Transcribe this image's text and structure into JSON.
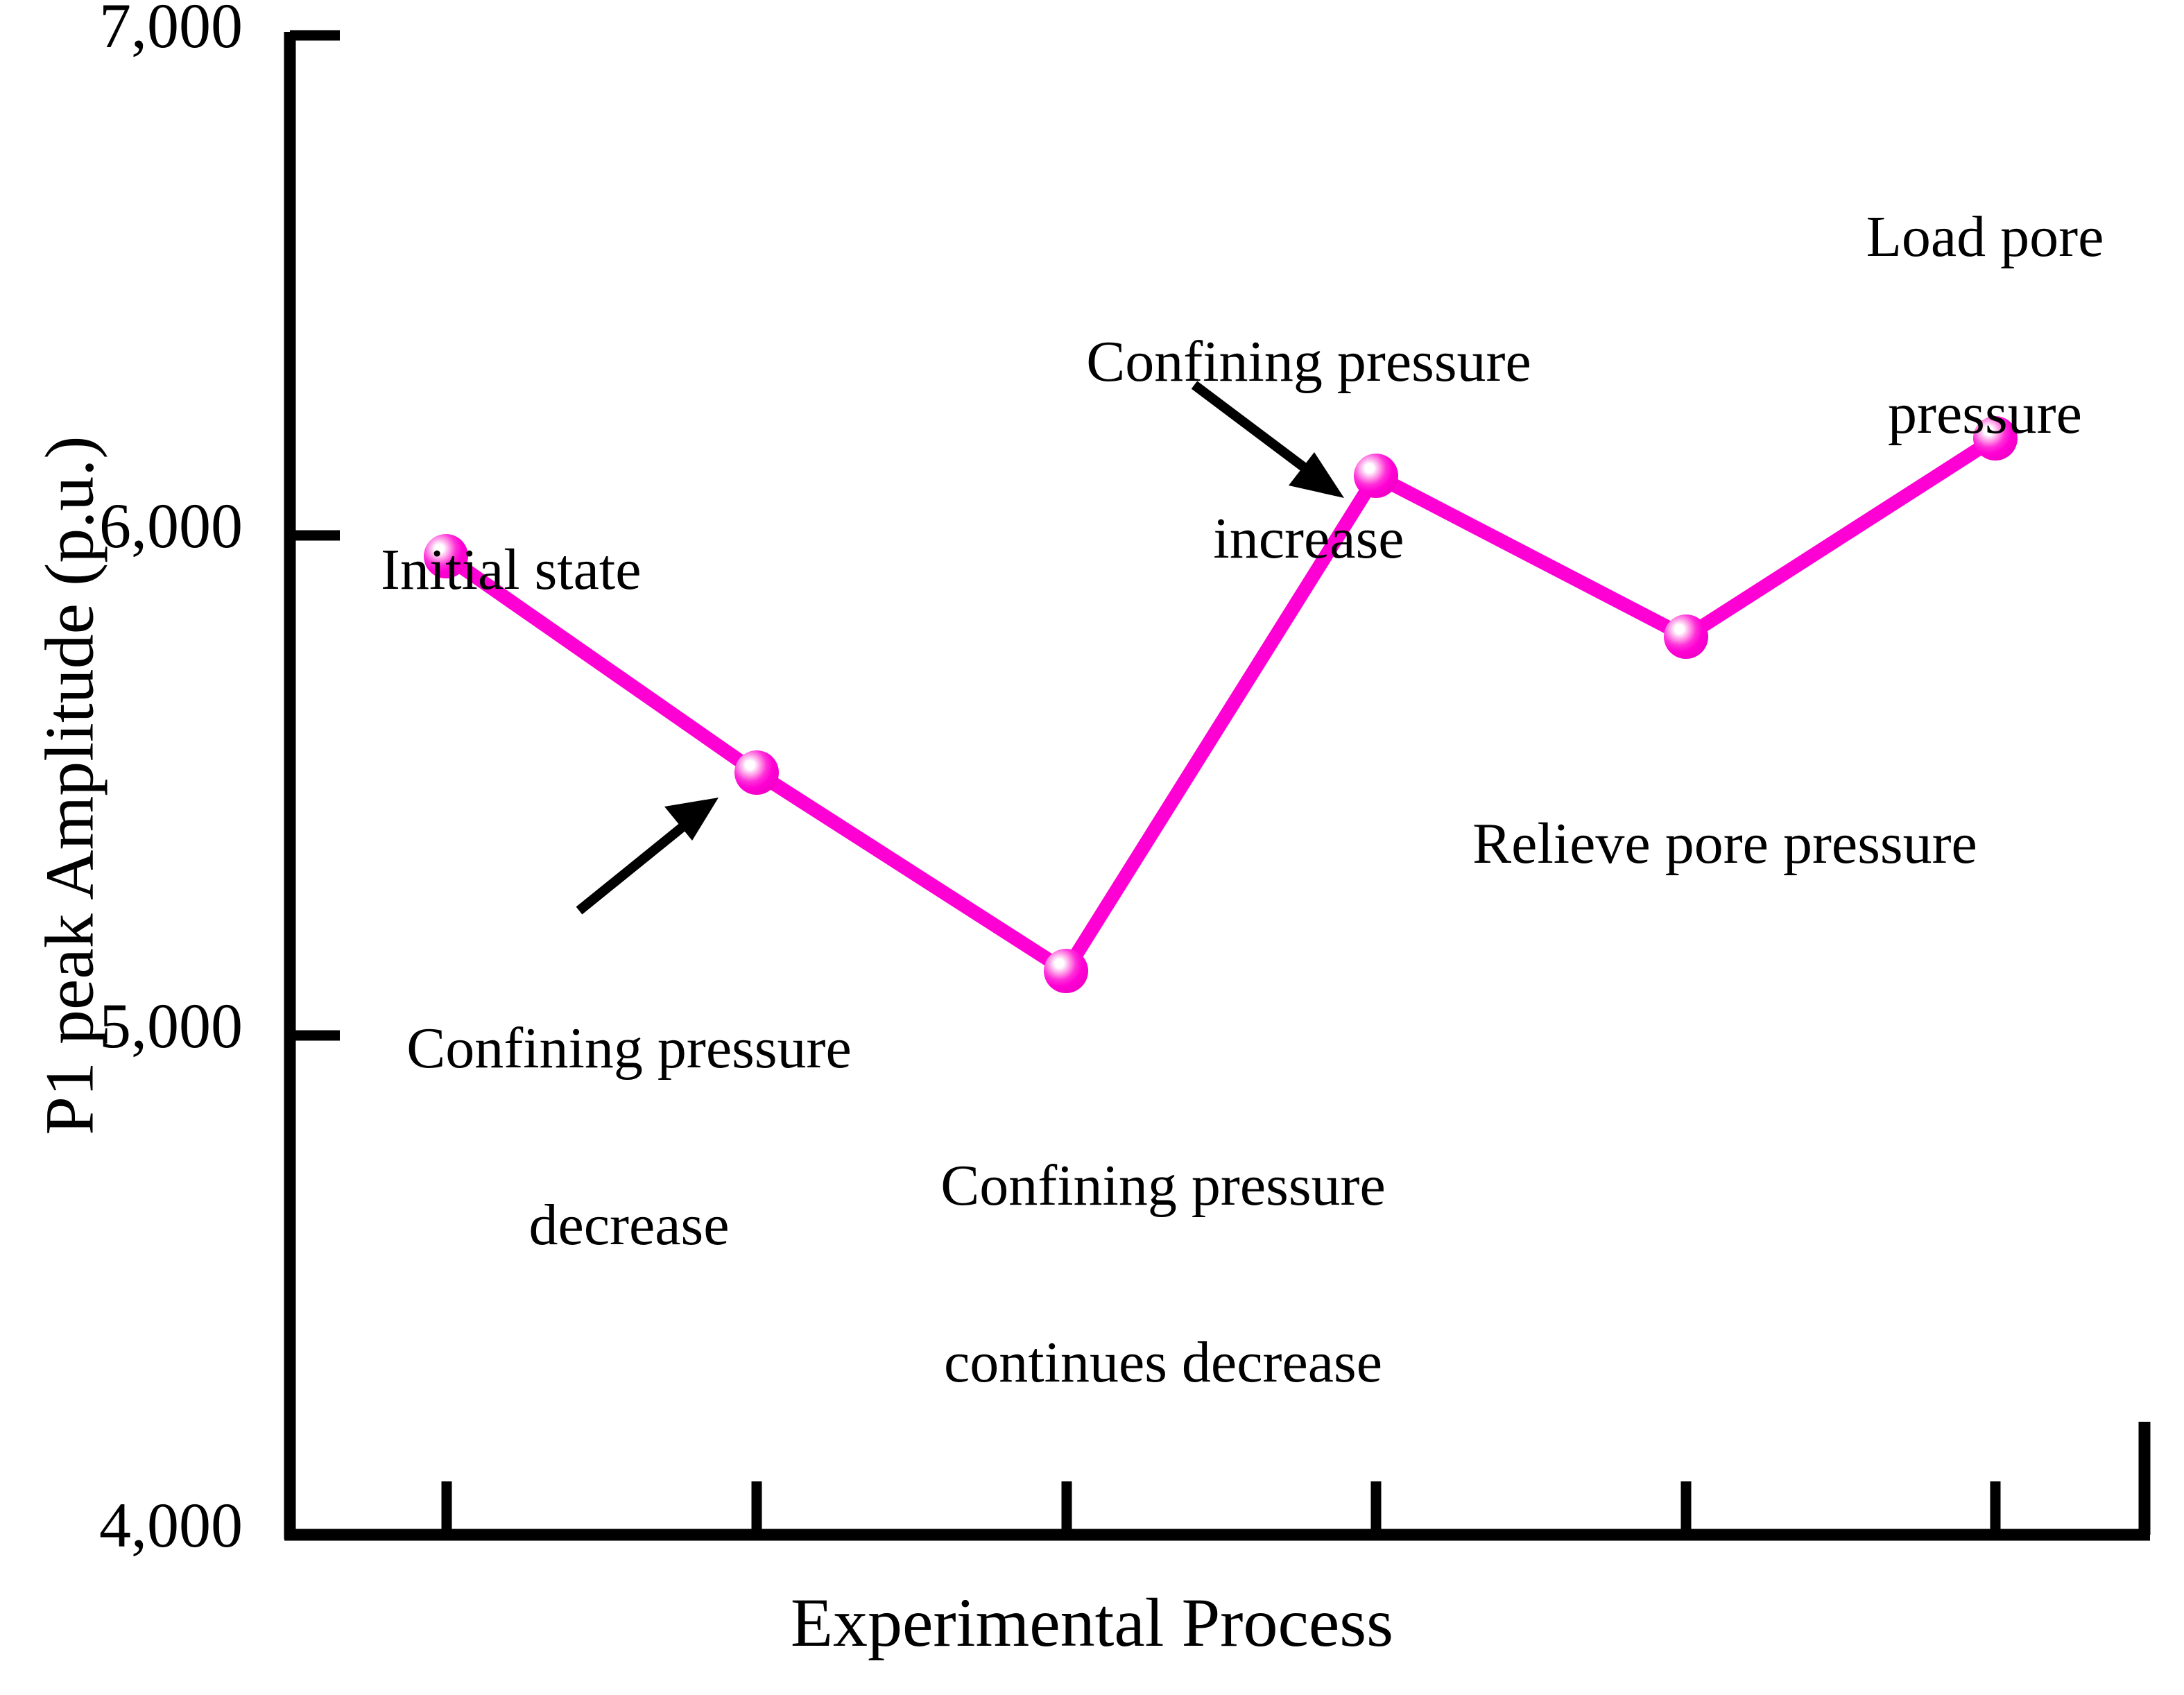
{
  "chart_data": {
    "type": "line",
    "title": "",
    "xlabel": "Experimental Process",
    "ylabel": "P1 peak Amplitude (p.u.)",
    "ylim": [
      4000,
      7000
    ],
    "ytick_labels": [
      "7,000",
      "6,000",
      "5,000",
      "4,000"
    ],
    "ytick_values": [
      7000,
      6000,
      5000,
      4000
    ],
    "xtick_labels": [
      "",
      "",
      "",
      "",
      "",
      ""
    ],
    "grid": false,
    "legend": "none",
    "series_color": "#FF00D4",
    "marker_color": "#FF00D4",
    "marker_highlight_color": "#FFFFFF",
    "axis_color": "#000000",
    "series": [
      {
        "name": "P1 peak Amplitude",
        "x": [
          1,
          2,
          3,
          4,
          5,
          6
        ],
        "values": [
          5970,
          5526,
          5130,
          6120,
          5795,
          6195
        ],
        "point_labels": [
          "Initial state",
          "Confining pressure decrease",
          "Confining pressure continues decrease",
          "Confining pressure increase",
          "Relieve pore pressure",
          "Load pore pressure"
        ]
      }
    ],
    "annotations": [
      {
        "id": "initial-state",
        "lines": [
          "Initial state"
        ],
        "has_arrow": false
      },
      {
        "id": "confining-pressure-decrease",
        "lines": [
          "Confining pressure",
          "decrease"
        ],
        "has_arrow": true
      },
      {
        "id": "confining-pressure-continues-decrease",
        "lines": [
          "Confining pressure",
          "continues decrease"
        ],
        "has_arrow": false
      },
      {
        "id": "confining-pressure-increase",
        "lines": [
          "Confining pressure",
          "increase"
        ],
        "has_arrow": true
      },
      {
        "id": "relieve-pore-pressure",
        "lines": [
          "Relieve pore pressure"
        ],
        "has_arrow": false
      },
      {
        "id": "load-pore-pressure",
        "lines": [
          "Load pore",
          "pressure"
        ],
        "has_arrow": false
      }
    ]
  },
  "axes": {
    "y_title": "P1 peak Amplitude (p.u.)",
    "x_title": "Experimental Process",
    "y_ticks": {
      "t7000": "7,000",
      "t6000": "6,000",
      "t5000": "5,000",
      "t4000": "4,000"
    }
  },
  "annotations": {
    "initial_state": "Initial state",
    "cp_decrease_line1": "Confining pressure",
    "cp_decrease_line2": "decrease",
    "cp_continues_line1": "Confining pressure",
    "cp_continues_line2": "continues decrease",
    "cp_increase_line1": "Confining pressure",
    "cp_increase_line2": "increase",
    "relieve_pore_pressure": "Relieve pore pressure",
    "load_pore_line1": "Load pore",
    "load_pore_line2": "pressure"
  }
}
